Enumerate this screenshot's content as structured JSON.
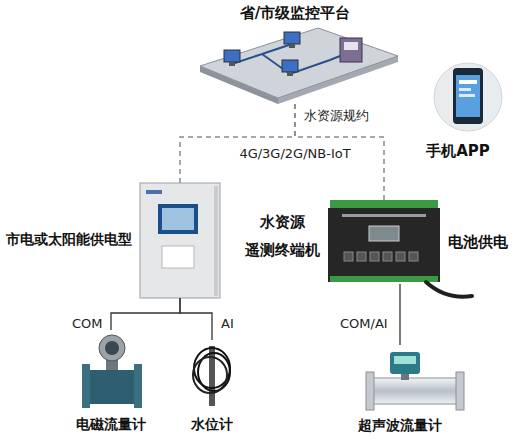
{
  "diagram": {
    "nodes": [
      {
        "text": [
          "省/市级监控平台"
        ]
      },
      {
        "text": [
          "手机APP"
        ]
      },
      {
        "text": [
          "市电或太阳能供电型"
        ]
      },
      {
        "text": [
          "电池供电"
        ]
      },
      {
        "text": [
          "电磁流量计"
        ]
      },
      {
        "text": [
          "水位计"
        ]
      },
      {
        "text": [
          "超声波流量计"
        ]
      }
    ],
    "edges": [
      {
        "from": 0,
        "to": 2,
        "arrow": "none"
      },
      {
        "from": 0,
        "to": 3,
        "arrow": "none"
      },
      {
        "from": 2,
        "to": 4,
        "label": "COM",
        "arrow": "none"
      },
      {
        "from": 2,
        "to": 5,
        "label": "AI",
        "arrow": "none"
      },
      {
        "from": 3,
        "to": 6,
        "label": "COM/AI",
        "arrow": "none"
      }
    ],
    "labels": [
      "水资源规约",
      "4G/3G/2G/NB-IoT",
      "水资源 遥测终端机"
    ]
  }
}
